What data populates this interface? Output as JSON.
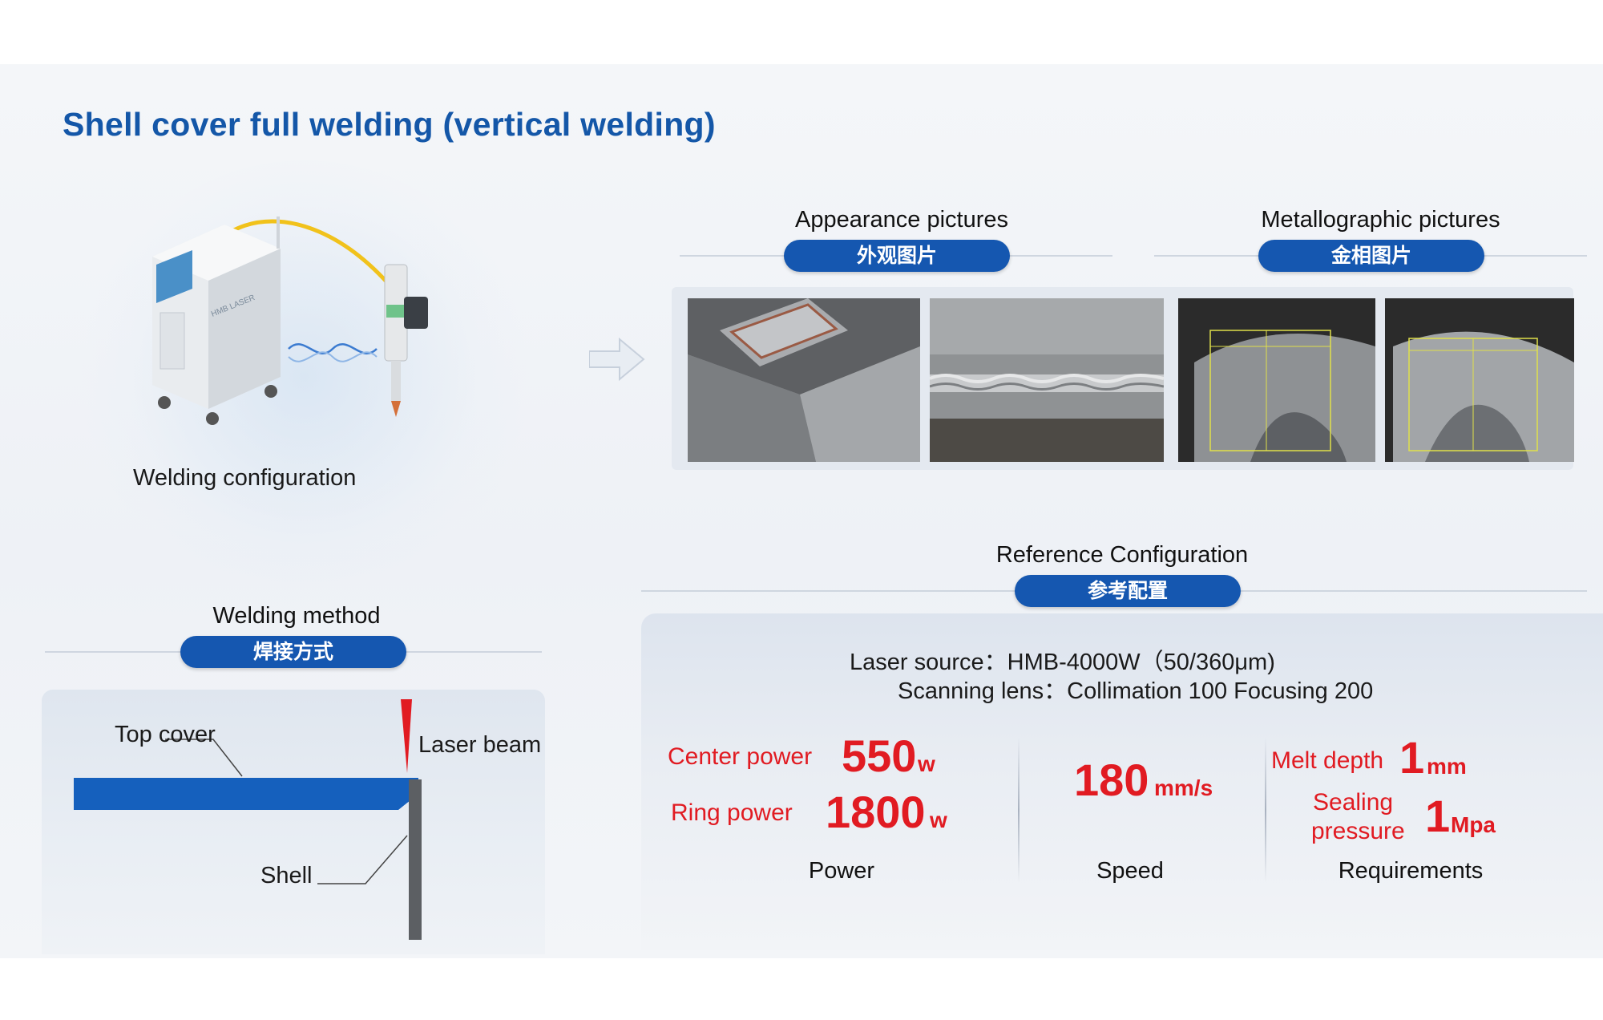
{
  "title": "Shell cover full welding (vertical welding)",
  "welding_configuration": {
    "caption": "Welding configuration",
    "machine_brand_text": "HMB LASER"
  },
  "appearance": {
    "title": "Appearance pictures",
    "pill": "外观图片"
  },
  "metallographic": {
    "title": "Metallographic pictures",
    "pill": "金相图片"
  },
  "reference": {
    "title": "Reference Configuration",
    "pill": "参考配置",
    "laser_source_label": "Laser source：",
    "laser_source_value": "HMB-4000W（50/360μm)",
    "scanning_lens": "Scanning lens：Collimation 100 Focusing 200",
    "power": {
      "center_label": "Center power",
      "center_value": "550",
      "center_unit": "w",
      "ring_label": "Ring power",
      "ring_value": "1800",
      "ring_unit": "w",
      "caption": "Power"
    },
    "speed": {
      "value": "180",
      "unit": "mm/s",
      "caption": "Speed"
    },
    "requirements": {
      "melt_label": "Melt depth",
      "melt_value": "1",
      "melt_unit": "mm",
      "seal_label_1": "Sealing",
      "seal_label_2": "pressure",
      "seal_value": "1",
      "seal_unit": "Mpa",
      "caption": "Requirements"
    }
  },
  "welding_method": {
    "title": "Welding method",
    "pill": "焊接方式",
    "top_cover": "Top cover",
    "laser_beam": "Laser beam",
    "shell": "Shell"
  },
  "colors": {
    "title_blue": "#1457a8",
    "pill_blue": "#1557b0",
    "accent_red": "#e11b22",
    "plate_blue": "#1560bd"
  },
  "icons": [
    "arrow-right-icon",
    "fiber-laser-machine-illustration",
    "weld-head-illustration"
  ]
}
